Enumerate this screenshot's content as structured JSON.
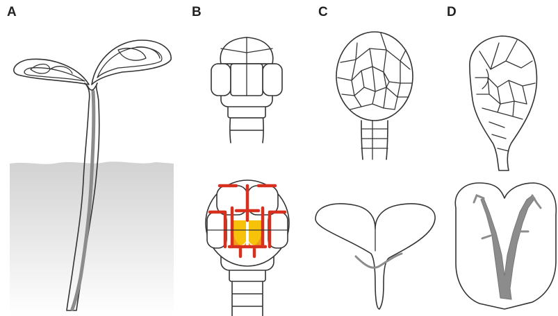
{
  "panels": [
    {
      "letter": "A"
    },
    {
      "letter": "B"
    },
    {
      "letter": "C"
    },
    {
      "letter": "D"
    }
  ],
  "colors": {
    "outline": "#333333",
    "auxin_red": "#d7301f",
    "yellow_core": "#f7c20a",
    "orange_core": "#f29a1b",
    "vasculature_gray": "#8c8c8c",
    "soil_top": "#d8d8d8",
    "soil_bottom": "#ffffff"
  }
}
